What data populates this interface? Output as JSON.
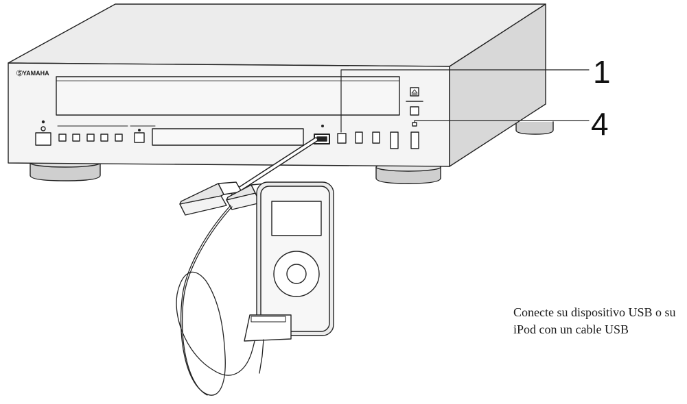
{
  "device": {
    "brand_label": "ⓈYAMAHA"
  },
  "callouts": {
    "first": "1",
    "second": "4"
  },
  "caption": {
    "text": "Conecte su dispositivo USB o su iPod con un cable USB"
  },
  "colors": {
    "line": "#222222",
    "body_top": "#ececec",
    "body_front": "#f4f4f4",
    "body_side": "#d8d8d8",
    "feet": "#cfcfcf"
  }
}
